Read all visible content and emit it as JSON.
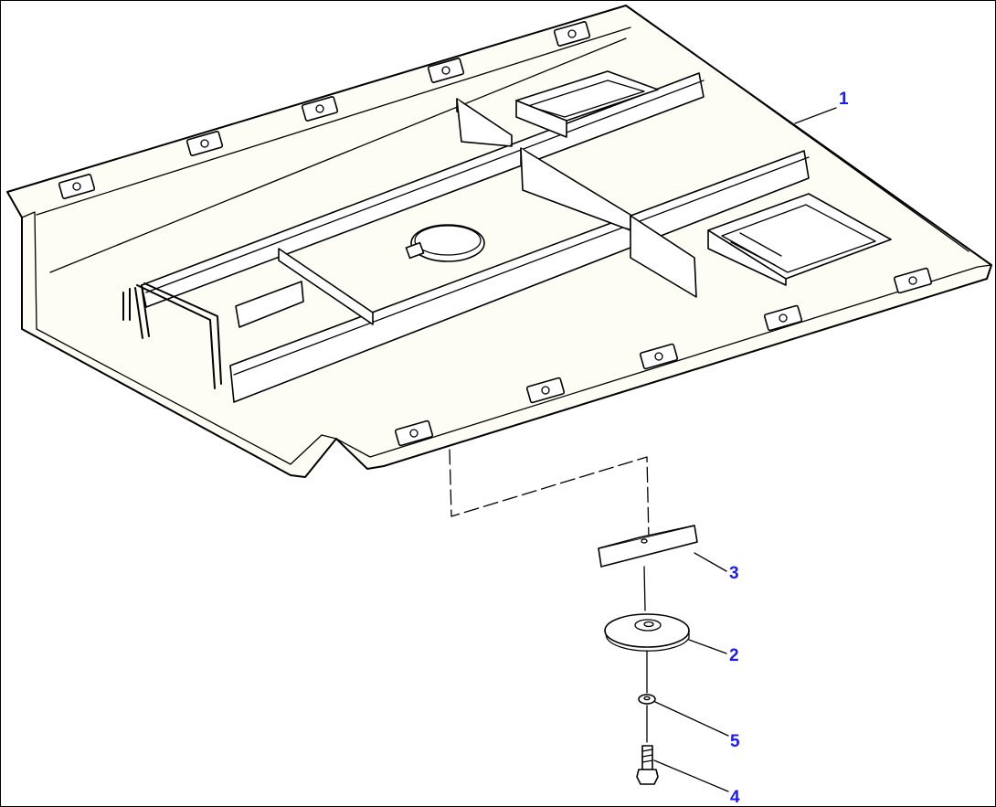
{
  "diagram": {
    "callouts": [
      {
        "id": "1",
        "label": "1"
      },
      {
        "id": "2",
        "label": "2"
      },
      {
        "id": "3",
        "label": "3"
      },
      {
        "id": "4",
        "label": "4"
      },
      {
        "id": "5",
        "label": "5"
      }
    ],
    "parts": {
      "1": "plate-assembly-icon",
      "2": "washer-disc-icon",
      "3": "spacer-block-icon",
      "4": "bolt-icon",
      "5": "lock-washer-icon"
    },
    "colors": {
      "line": "#000000",
      "callout": "#1a1aff",
      "background": "#ffffff"
    }
  }
}
